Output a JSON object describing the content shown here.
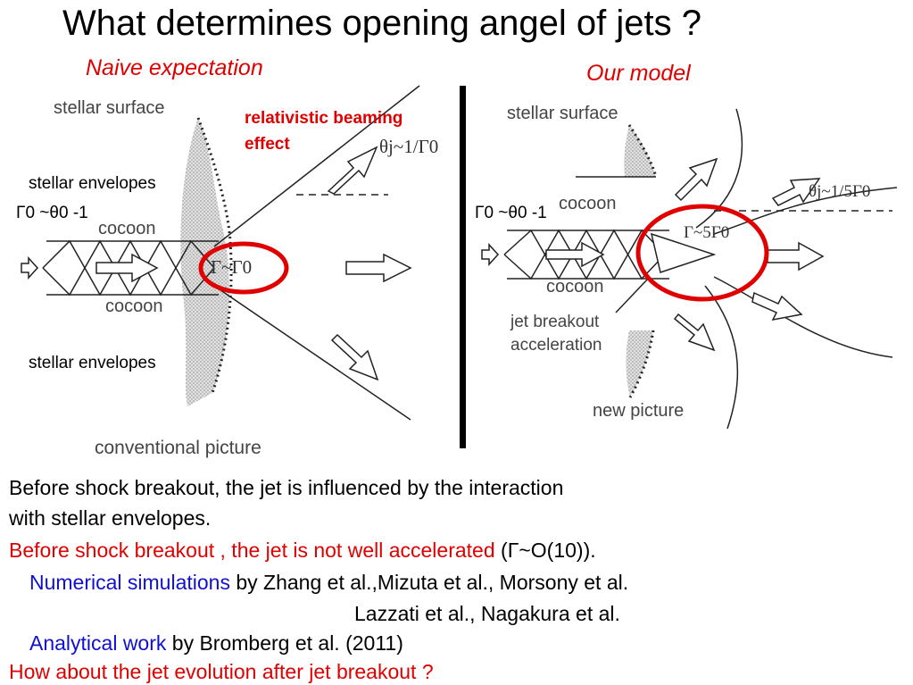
{
  "title": "What determines opening angel of jets ?",
  "left_panel": {
    "heading": "Naive expectation",
    "labels": {
      "stellar_surface": "stellar surface",
      "beaming_line1": "relativistic beaming",
      "beaming_line2": "effect",
      "theta_j": "θj~1/Γ0",
      "stellar_envelopes_top": "stellar envelopes",
      "gamma_theta": "Γ0 ~θ0 -1",
      "cocoon_top": "cocoon",
      "gamma": "Γ~Γ0",
      "cocoon_bottom": "cocoon",
      "stellar_envelopes_bottom": "stellar envelopes",
      "caption": "conventional picture"
    }
  },
  "right_panel": {
    "heading": "Our model",
    "labels": {
      "stellar_surface": "stellar surface",
      "gamma_theta": "Γ0 ~θ0 -1",
      "cocoon_top": "cocoon",
      "theta_j": "θj~1/5Γ0",
      "gamma": "Γ~5Γ0",
      "cocoon_bottom": "cocoon",
      "breakout_line1": "jet breakout",
      "breakout_line2": "acceleration",
      "caption": "new picture"
    }
  },
  "text_block": {
    "line1": "Before shock breakout, the jet is influenced by the interaction",
    "line2": "with stellar envelopes.",
    "line3_red": "Before shock breakout , the jet is not well accelerated",
    "line3_black": " (Γ~O(10)).",
    "line4_blue": "Numerical simulations",
    "line4_black": " by Zhang et al.,Mizuta et al., Morsony et al.",
    "line5": "Lazzati et al., Nagakura et al.",
    "line6_blue": "Analytical work",
    "line6_black": " by   Bromberg et al. (2011)",
    "line7_red": "How about the jet evolution after jet breakout ?"
  },
  "colors": {
    "highlight_red": "#e00000",
    "link_blue": "#1010d0",
    "stipple_gray": "#c8c8c8"
  }
}
